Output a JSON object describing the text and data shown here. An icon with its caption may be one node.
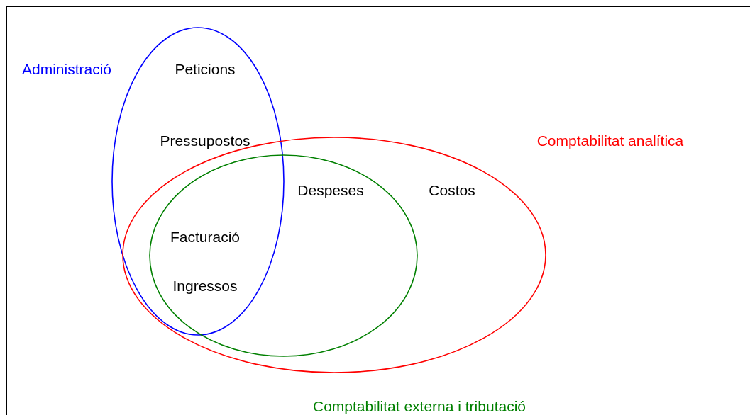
{
  "diagram": {
    "nodes": [
      {
        "text": [
          "Administració"
        ]
      },
      {
        "text": [
          "Comptabilitat analítica"
        ]
      },
      {
        "text": [
          "Comptabilitat externa i tributació"
        ],
        "in": 1
      }
    ],
    "labels": [
      "Peticions",
      "Pressupostos",
      "Despeses",
      "Costos",
      "Facturació",
      "Ingressos"
    ]
  }
}
